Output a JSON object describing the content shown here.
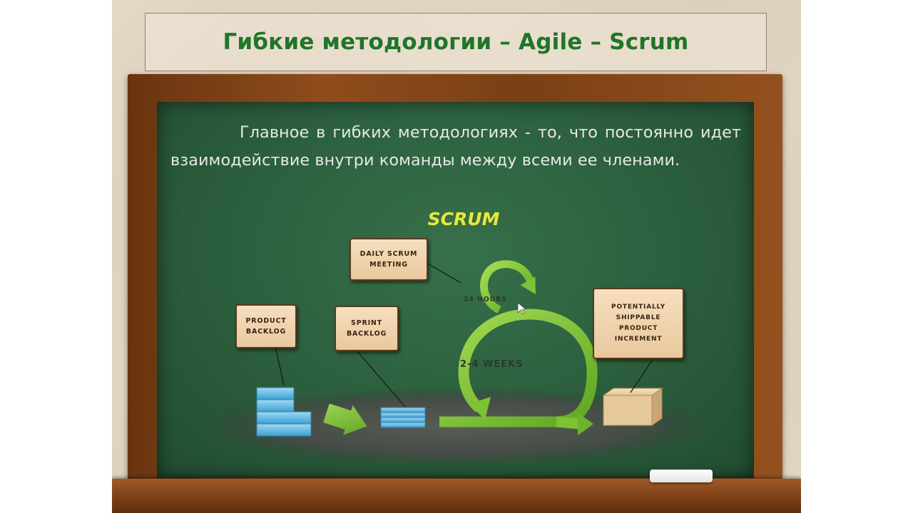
{
  "slide": {
    "title": "Гибкие методологии – Agile – Scrum",
    "paragraph": "Главное в гибких методологиях - то, что постоянно идет взаимодействие внутри команды между всеми ее членами."
  },
  "diagram": {
    "title": "SCRUM",
    "labels": {
      "daily_scrum": "Daily Scrum\nMeeting",
      "product_backlog": "Product\nBacklog",
      "sprint_backlog": "Sprint\nBacklog",
      "increment": "Potentially\nShippable\nProduct\nIncrement",
      "hours": "24 Hours",
      "weeks": "2-4 Weeks"
    }
  },
  "colors": {
    "title_green": "#207528",
    "chalkboard": "#2b5e3d",
    "wood_frame": "#8f4c1c",
    "scrum_yellow": "#e8e83a",
    "arrow_green": "#7cc233",
    "label_tan": "#f0d6b0"
  }
}
